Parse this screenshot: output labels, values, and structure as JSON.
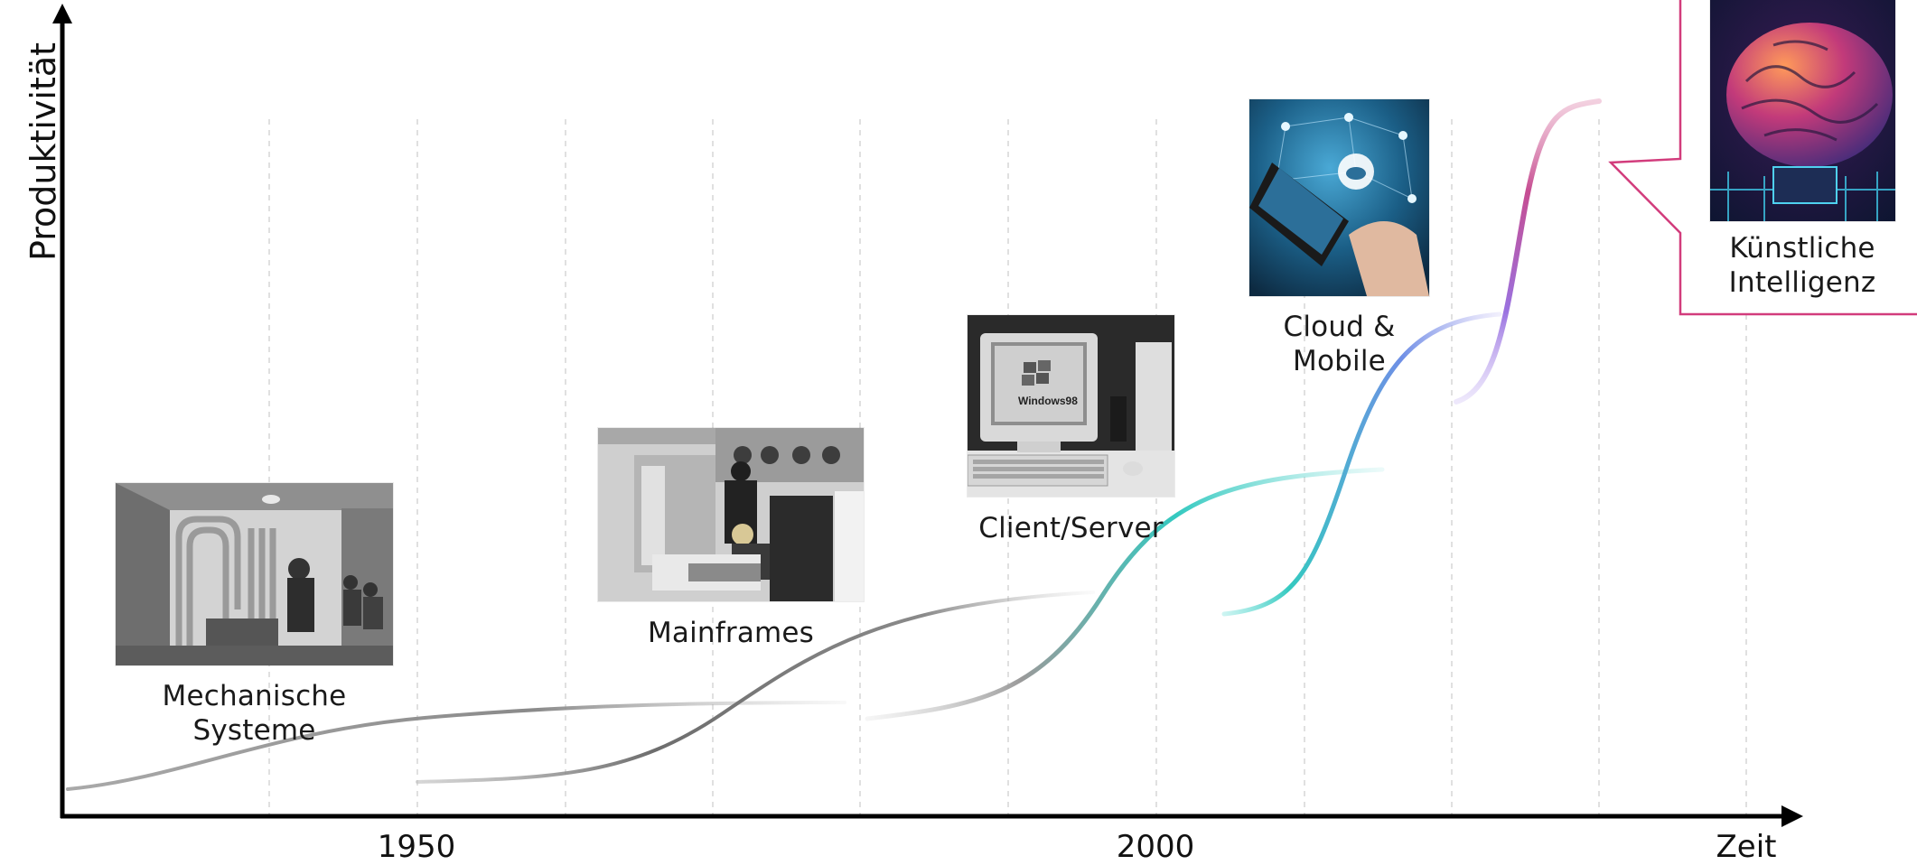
{
  "axes": {
    "y_title": "Produktivität",
    "x_title": "Zeit",
    "x_ticks": [
      "1950",
      "2000"
    ]
  },
  "eras": [
    {
      "id": "mechanical",
      "lines": [
        "Mechanische",
        "Systeme"
      ],
      "image": "mechanical-systems-photo"
    },
    {
      "id": "mainframes",
      "lines": [
        "Mainframes"
      ],
      "image": "mainframe-photo"
    },
    {
      "id": "client-server",
      "lines": [
        "Client/Server"
      ],
      "image": "windows98-pc-photo"
    },
    {
      "id": "cloud-mobile",
      "lines": [
        "Cloud &",
        "Mobile"
      ],
      "image": "smartphone-cloud-photo"
    },
    {
      "id": "ai",
      "lines": [
        "Künstliche",
        "Intelligenz"
      ],
      "image": "ai-brain-photo"
    }
  ],
  "colors": {
    "axis": "#000000",
    "grid": "#d9d9d9",
    "curve_gray": "#8c8c8c",
    "curve_teal": "#34c9c0",
    "curve_blue": "#6f8fe6",
    "curve_purple": "#9a72e0",
    "curve_pink": "#d23c7c",
    "callout_border": "#d23c7c"
  }
}
